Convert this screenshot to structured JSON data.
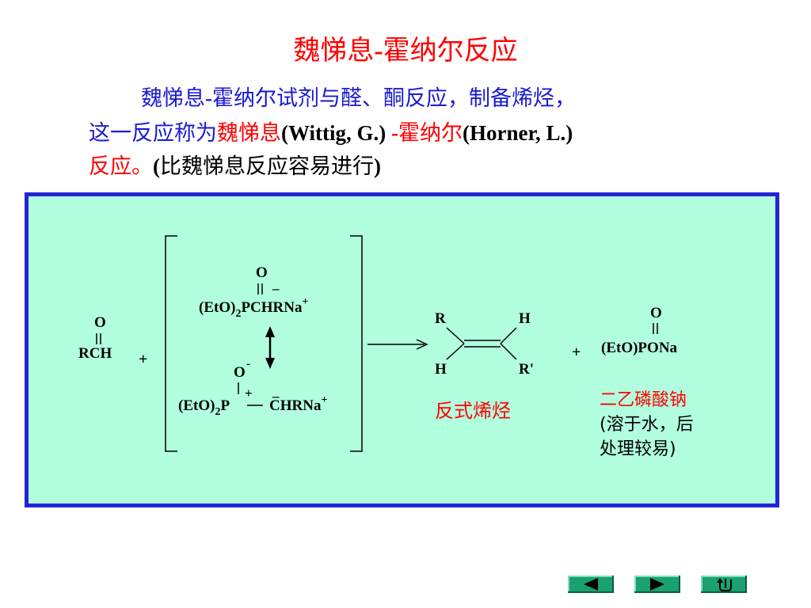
{
  "title": {
    "cjk": "魏悌息",
    "dash": "-",
    "rest": "霍纳尔反应"
  },
  "paragraph": {
    "line1_a": "魏悌息",
    "line1_dash": "-",
    "line1_b": "霍纳尔试剂与醛、酮反应，制备烯烃，",
    "line2_a": "这一反应称为",
    "line2_wittig_cn": "魏悌息",
    "line2_wittig_en": "(Wittig, G.) ",
    "line2_dash": "-",
    "line2_horner_cn": "霍纳尔",
    "line2_horner_en": "(Horner, L.)",
    "line3_a": "反应。",
    "line3_open": "(",
    "line3_b": "比魏悌息反应容易进行",
    "line3_close": ")"
  },
  "reaction": {
    "aldehyde_o": "O",
    "aldehyde_formula": "RCH",
    "plus1": "+",
    "reagent_o": "O",
    "reagent_top_formula": "(EtO)",
    "reagent_top_sub": "2",
    "reagent_top_rest": "PCHRNa",
    "reagent_top_sup": "+",
    "reagent_top_minus": "–",
    "reagent_bottom_o": "O",
    "reagent_bottom_o_charge": "-",
    "reagent_bottom_formula": "(EtO)",
    "reagent_bottom_sub": "2",
    "reagent_bottom_p": "P",
    "reagent_bottom_p_charge": "+",
    "reagent_bottom_rest": "CHRNa",
    "reagent_bottom_sup": "+",
    "reagent_bottom_minus": "–",
    "alkene_r_top": "R",
    "alkene_h_top": "H",
    "alkene_h_bottom": "H",
    "alkene_r_bottom": "R'",
    "product_label": "反式烯烃",
    "plus2": "+",
    "phosphate_o": "O",
    "phosphate_formula": "(EtO)PONa",
    "byproduct_name": "二乙磷酸钠",
    "byproduct_note_1": "(溶于水，后",
    "byproduct_note_2": "处理较易)"
  },
  "colors": {
    "title": "#ff0000",
    "text_blue": "#1a1ad0",
    "panel_bg": "#b2ffdf",
    "panel_border": "#2424d6",
    "nav_button": "#1aa071"
  },
  "nav": {
    "prev_icon": "triangle-left-icon",
    "next_icon": "triangle-right-icon",
    "return_icon": "return-arrow-icon"
  }
}
